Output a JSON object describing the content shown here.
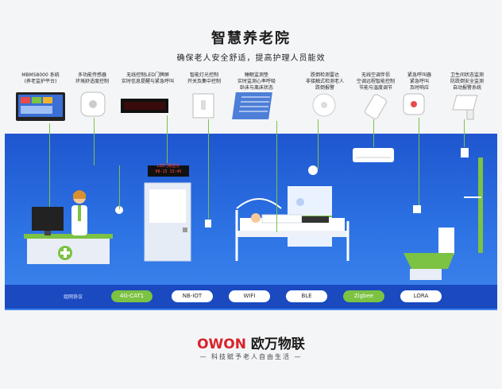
{
  "title": "智慧养老院",
  "subtitle": "确保老人安全舒适，提高护理人员能效",
  "devices": [
    {
      "label": "MBMS8000 系统\n(养老监护平台)"
    },
    {
      "label": "多功能传感器\n环境舒适度控制"
    },
    {
      "label": "无线控制LED门牌屏\n实时信息提醒与紧急呼叫"
    },
    {
      "label": "智能灯光控制\n开关及集中控制"
    },
    {
      "label": "睡眠监测垫\n实时监测心率呼吸\n卧床与离床状态"
    },
    {
      "label": "跌倒检测雷达\n非接触式检测老人\n跌倒报警"
    },
    {
      "label": "无线空调伴侣\n空调远程智能控制\n节能与温度调节"
    },
    {
      "label": "紧急呼叫器\n紧急呼叫\n及时响应"
    },
    {
      "label": "卫生间状态监测\n防跌倒安全监测\n自动报警系统"
    }
  ],
  "sign_screen": {
    "line1": "LED门牌显示",
    "line2": "08-15 13:45"
  },
  "protocols": {
    "title": "组网协议",
    "items": [
      "4G-CAT1",
      "NB-IOT",
      "WIFI",
      "BLE",
      "Zigbee",
      "LORA"
    ],
    "highlighted": [
      "4G-CAT1",
      "Zigbee"
    ]
  },
  "footer": {
    "logo": "OWON",
    "brand": "欧万物联",
    "slogan": "— 科技赋予老人自由生活 —"
  },
  "colors": {
    "accent_green": "#7cc243",
    "scene_blue": "#2d73e4",
    "logo_red": "#d8232a"
  }
}
